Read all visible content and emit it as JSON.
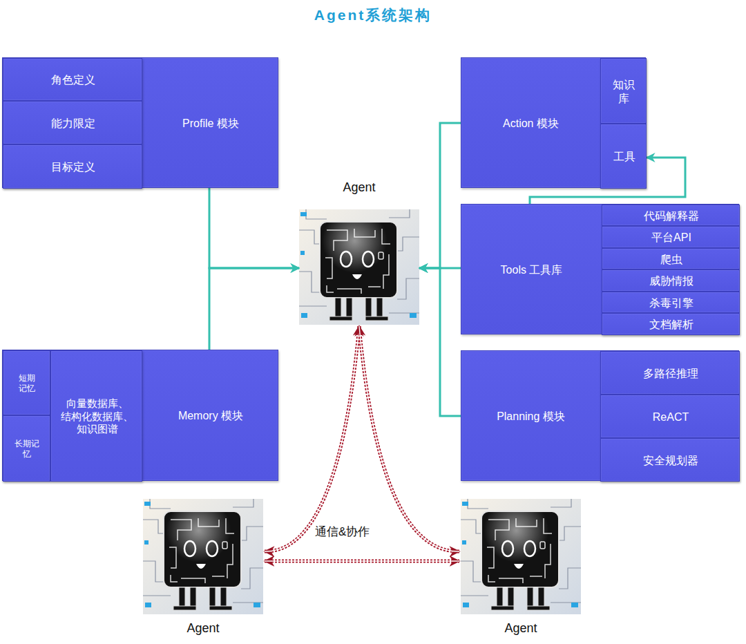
{
  "diagram": {
    "title": "Agent系统架构",
    "nodes": [
      {
        "text": [
          "Profile 模块"
        ]
      },
      {
        "text": [
          "角色定义"
        ],
        "in": 0
      },
      {
        "text": [
          "能力限定"
        ],
        "in": 0
      },
      {
        "text": [
          "目标定义"
        ],
        "in": 0
      },
      {
        "text": [
          "Action 模块"
        ]
      },
      {
        "text": [
          "知识 库"
        ],
        "in": 4
      },
      {
        "text": [
          "工具"
        ],
        "in": 4
      },
      {
        "text": [
          "Agent"
        ]
      },
      {
        "text": [
          "Tools 工具库"
        ]
      },
      {
        "text": [
          "代码解释器"
        ],
        "in": 8
      },
      {
        "text": [
          "平台API"
        ],
        "in": 8
      },
      {
        "text": [
          "爬虫"
        ],
        "in": 8
      },
      {
        "text": [
          "威胁情报"
        ],
        "in": 8
      },
      {
        "text": [
          "杀毒引擎"
        ],
        "in": 8
      },
      {
        "text": [
          "文档解析"
        ],
        "in": 8
      },
      {
        "text": [
          "Memory 模块"
        ]
      },
      {
        "text": [
          "短期 记忆"
        ],
        "in": 15
      },
      {
        "text": [
          "长期记 忆"
        ],
        "in": 15
      },
      {
        "text": [
          "向量数据库、 结构化数据库、 知识图谱"
        ],
        "in": 15
      },
      {
        "text": [
          "Planning 模块"
        ]
      },
      {
        "text": [
          "多路径推理"
        ],
        "in": 19
      },
      {
        "text": [
          "ReACT"
        ],
        "in": 19
      },
      {
        "text": [
          "安全规划器"
        ],
        "in": 19
      },
      {
        "text": [
          "Agent"
        ]
      },
      {
        "text": [
          "Agent"
        ]
      }
    ],
    "edges": [
      {
        "from": 0,
        "to": 7,
        "arrow": "to"
      },
      {
        "from": 15,
        "to": 7,
        "arrow": "to"
      },
      {
        "from": 4,
        "to": 7,
        "arrow": "to"
      },
      {
        "from": 8,
        "to": 7,
        "arrow": "to"
      },
      {
        "from": 19,
        "to": 7,
        "arrow": "to"
      },
      {
        "from": 8,
        "to": 6,
        "arrow": "to"
      },
      {
        "from": 7,
        "to": 23,
        "arrow": "both"
      },
      {
        "from": 7,
        "to": 24,
        "arrow": "both"
      },
      {
        "from": 23,
        "to": 24,
        "arrow": "both"
      }
    ],
    "labels": [
      "通信&协作"
    ]
  }
}
